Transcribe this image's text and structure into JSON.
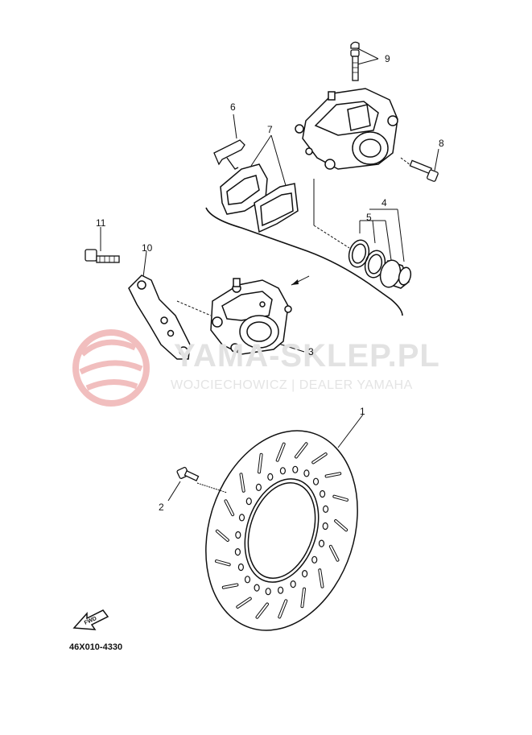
{
  "watermark": {
    "brand": "YAMA-SKLEP.PL",
    "tagline": "WOJCIECHOWICZ | DEALER YAMAHA",
    "logo_color": "#e8a9a9"
  },
  "callouts": {
    "c1": "1",
    "c2": "2",
    "c3": "3",
    "c4": "4",
    "c5": "5",
    "c6": "6",
    "c7": "7",
    "c8": "8",
    "c9": "9",
    "c10": "10",
    "c11": "11"
  },
  "front_arrow_label": "FWD",
  "diagram_code": "46X010-4330"
}
